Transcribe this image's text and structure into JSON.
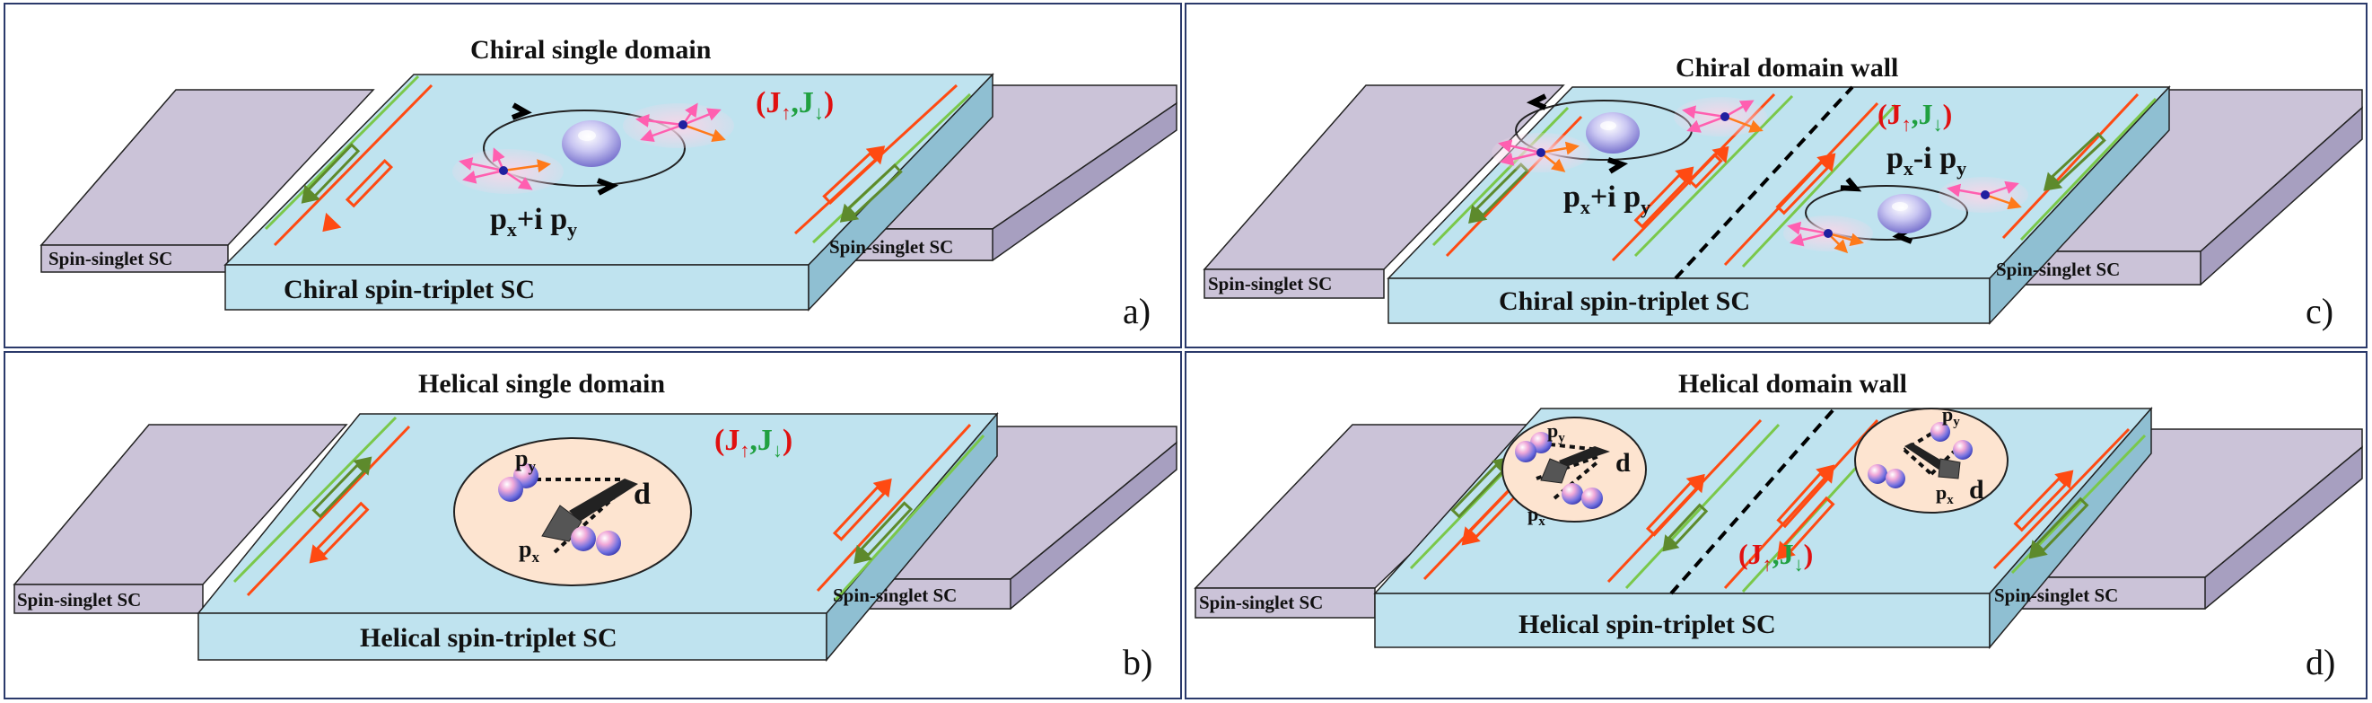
{
  "colors": {
    "chiral_slab": "#bfe3ef",
    "lead": "#cbc3d8",
    "spin_up": "#ff4a12",
    "spin_down": "#7ac84a",
    "hollow_arrow": "#5d8a2c",
    "pink_arrow": "#ff5fb0",
    "orange_arrow": "#ff7a1a",
    "node_blue": "#2020a0",
    "current_up_color": "#e01010",
    "current_down_color": "#20a040",
    "border": "#2b3a6b"
  },
  "panels": {
    "a": {
      "title": "Chiral single domain",
      "slab_label": "Chiral spin-triplet SC",
      "lead_left": "Spin-singlet SC",
      "lead_right": "Spin-singlet SC",
      "state": "p",
      "state_x": "x",
      "state_op": "+i p",
      "state_y": "y",
      "current_open": "(J",
      "current_up": "↑",
      "current_sep": ",J",
      "current_down": "↓",
      "current_close": ")",
      "tag": "a)"
    },
    "b": {
      "title": "Helical single domain",
      "slab_label": "Helical spin-triplet SC",
      "lead_left": "Spin-singlet SC",
      "lead_right": "Spin-singlet SC",
      "orbital_py": "p",
      "orbital_py_sub": "y",
      "orbital_px": "p",
      "orbital_px_sub": "x",
      "orbital_d": "d",
      "current_open": "(J",
      "current_up": "↑",
      "current_sep": ",J",
      "current_down": "↓",
      "current_close": ")",
      "tag": "b)"
    },
    "c": {
      "title": "Chiral domain wall",
      "slab_label": "Chiral spin-triplet SC",
      "lead_left": "Spin-singlet SC",
      "lead_right": "Spin-singlet SC",
      "state_left": "p",
      "state_left_x": "x",
      "state_left_op": "+i p",
      "state_left_y": "y",
      "state_right": "p",
      "state_right_x": "x",
      "state_right_op": "-i p",
      "state_right_y": "y",
      "current_open": "(J",
      "current_up": "↑",
      "current_sep": ",J",
      "current_down": "↓",
      "current_close": ")",
      "tag": "c)"
    },
    "d": {
      "title": "Helical domain wall",
      "slab_label": "Helical spin-triplet SC",
      "lead_left": "Spin-singlet SC",
      "lead_right": "Spin-singlet SC",
      "orbital_py": "p",
      "orbital_py_sub": "y",
      "orbital_px": "p",
      "orbital_px_sub": "x",
      "orbital_d": "d",
      "current_open": "(J",
      "current_up": "↑",
      "current_sep": ",J",
      "current_down": "↓",
      "current_close": ")",
      "tag": "d)"
    }
  }
}
